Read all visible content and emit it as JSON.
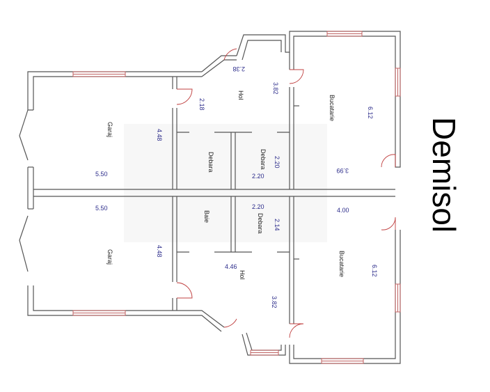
{
  "plan_title": "Demisol",
  "rooms": {
    "garaj_top": "Garaj",
    "garaj_bottom": "Garaj",
    "debara_left": "Debara",
    "debara_right_top": "Debara",
    "debara_right_bottom": "Debara",
    "baie": "Baie",
    "hol_top": "Hol",
    "hol_bottom": "Hol",
    "bucatarie_top": "Bucatarie",
    "bucatarie_bottom": "Bucatarie"
  },
  "dimensions": {
    "garaj_top_w": "5.50",
    "garaj_top_h": "4.48",
    "garaj_bottom_w": "5.50",
    "garaj_bottom_h": "4.48",
    "hol_top_a": "2.38",
    "hol_top_b": "2.18",
    "hol_top_c": "3.82",
    "debara_top_w": "2.20",
    "debara_top_h": "2.20",
    "debara_bottom_w": "2.20",
    "debara_bottom_h": "2.14",
    "hol_bottom_w": "4.46",
    "hol_bottom_h": "3.82",
    "bucatarie_top_w": "3.99",
    "bucatarie_top_h": "6.12",
    "bucatarie_bottom_w": "4.00",
    "bucatarie_bottom_h": "6.12"
  }
}
